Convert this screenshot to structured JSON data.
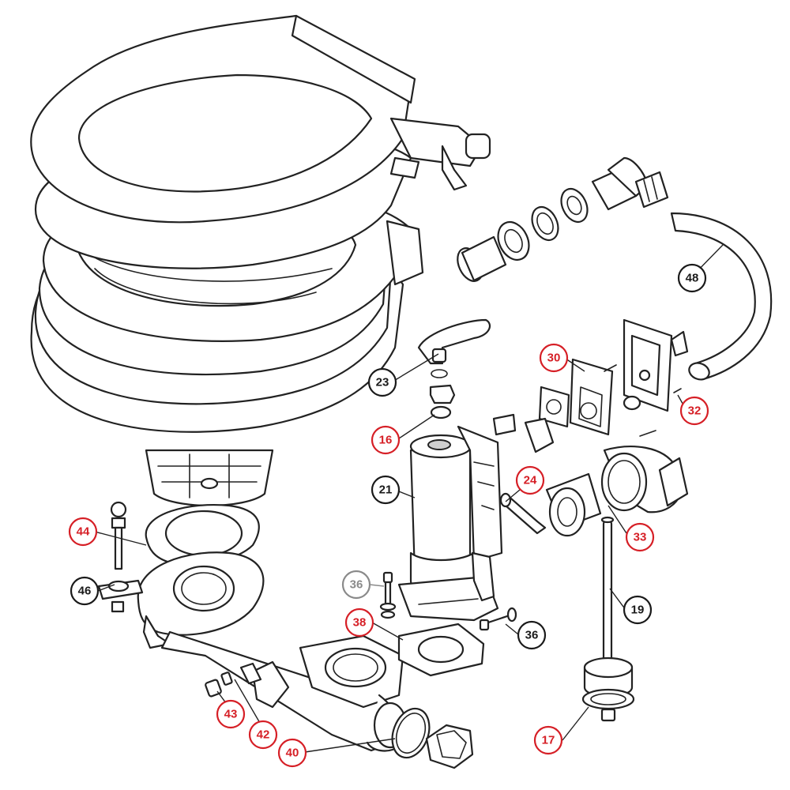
{
  "callouts": [
    {
      "id": "c48",
      "label": "48",
      "style": "black"
    },
    {
      "id": "c30",
      "label": "30",
      "style": "red"
    },
    {
      "id": "c32",
      "label": "32",
      "style": "red"
    },
    {
      "id": "c23",
      "label": "23",
      "style": "black"
    },
    {
      "id": "c16",
      "label": "16",
      "style": "red"
    },
    {
      "id": "c24",
      "label": "24",
      "style": "red"
    },
    {
      "id": "c21",
      "label": "21",
      "style": "black"
    },
    {
      "id": "c33",
      "label": "33",
      "style": "red"
    },
    {
      "id": "c44",
      "label": "44",
      "style": "red"
    },
    {
      "id": "c46",
      "label": "46",
      "style": "black"
    },
    {
      "id": "c36a",
      "label": "36",
      "style": "grey"
    },
    {
      "id": "c38",
      "label": "38",
      "style": "red"
    },
    {
      "id": "c36b",
      "label": "36",
      "style": "black"
    },
    {
      "id": "c19",
      "label": "19",
      "style": "black"
    },
    {
      "id": "c43",
      "label": "43",
      "style": "red"
    },
    {
      "id": "c42",
      "label": "42",
      "style": "red"
    },
    {
      "id": "c40",
      "label": "40",
      "style": "red"
    },
    {
      "id": "c17",
      "label": "17",
      "style": "red"
    }
  ],
  "colors": {
    "red": "#d61f26",
    "black": "#1a1a1a",
    "grey": "#8a8a8a",
    "line": "#222222"
  }
}
